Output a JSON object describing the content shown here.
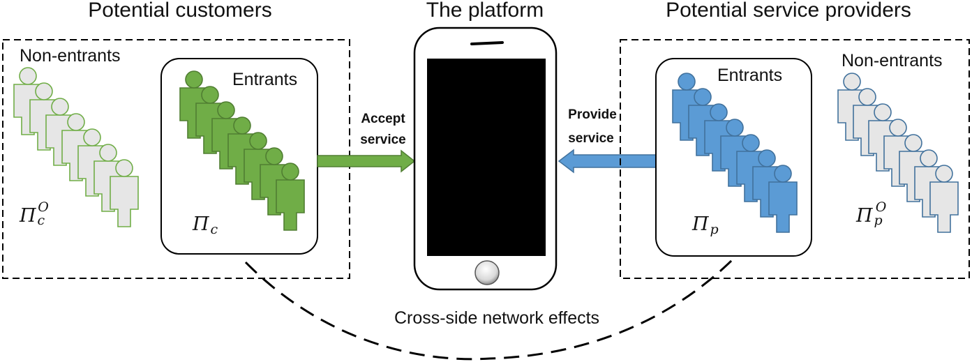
{
  "titles": {
    "customers": "Potential customers",
    "platform": "The platform",
    "providers": "Potential service providers"
  },
  "customers": {
    "non_entrants_label": "Non-entrants",
    "entrants_label": "Entrants",
    "non_entrants_symbol": "Π",
    "non_entrants_sub": "c",
    "non_entrants_sup": "O",
    "entrants_symbol": "Π",
    "entrants_sub": "c"
  },
  "providers": {
    "non_entrants_label": "Non-entrants",
    "entrants_label": "Entrants",
    "non_entrants_symbol": "Π",
    "non_entrants_sub": "p",
    "non_entrants_sup": "O",
    "entrants_symbol": "Π",
    "entrants_sub": "p"
  },
  "arrows": {
    "accept_line1": "Accept",
    "accept_line2": "service",
    "provide_line1": "Provide",
    "provide_line2": "service"
  },
  "network_effects_label": "Cross-side network effects",
  "colors": {
    "customer_green": "#70ad47",
    "customer_green_edge": "#507e32",
    "provider_blue": "#5b9bd5",
    "provider_blue_edge": "#41719c",
    "non_entrant_fill": "#e6e6e6",
    "screen": "#000000"
  }
}
